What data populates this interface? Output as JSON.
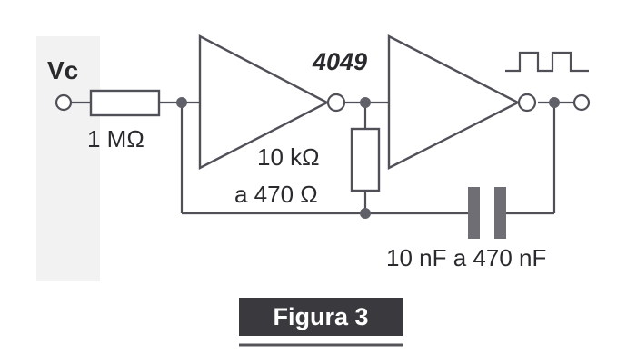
{
  "diagram": {
    "labels": {
      "input": "Vc",
      "resistor_in": "1 MΩ",
      "ic": "4049",
      "resistor_fb_line1": "10 kΩ",
      "resistor_fb_line2": "a 470 Ω",
      "capacitor": "10 nF a 470 nF"
    },
    "caption": "Figura 3"
  }
}
